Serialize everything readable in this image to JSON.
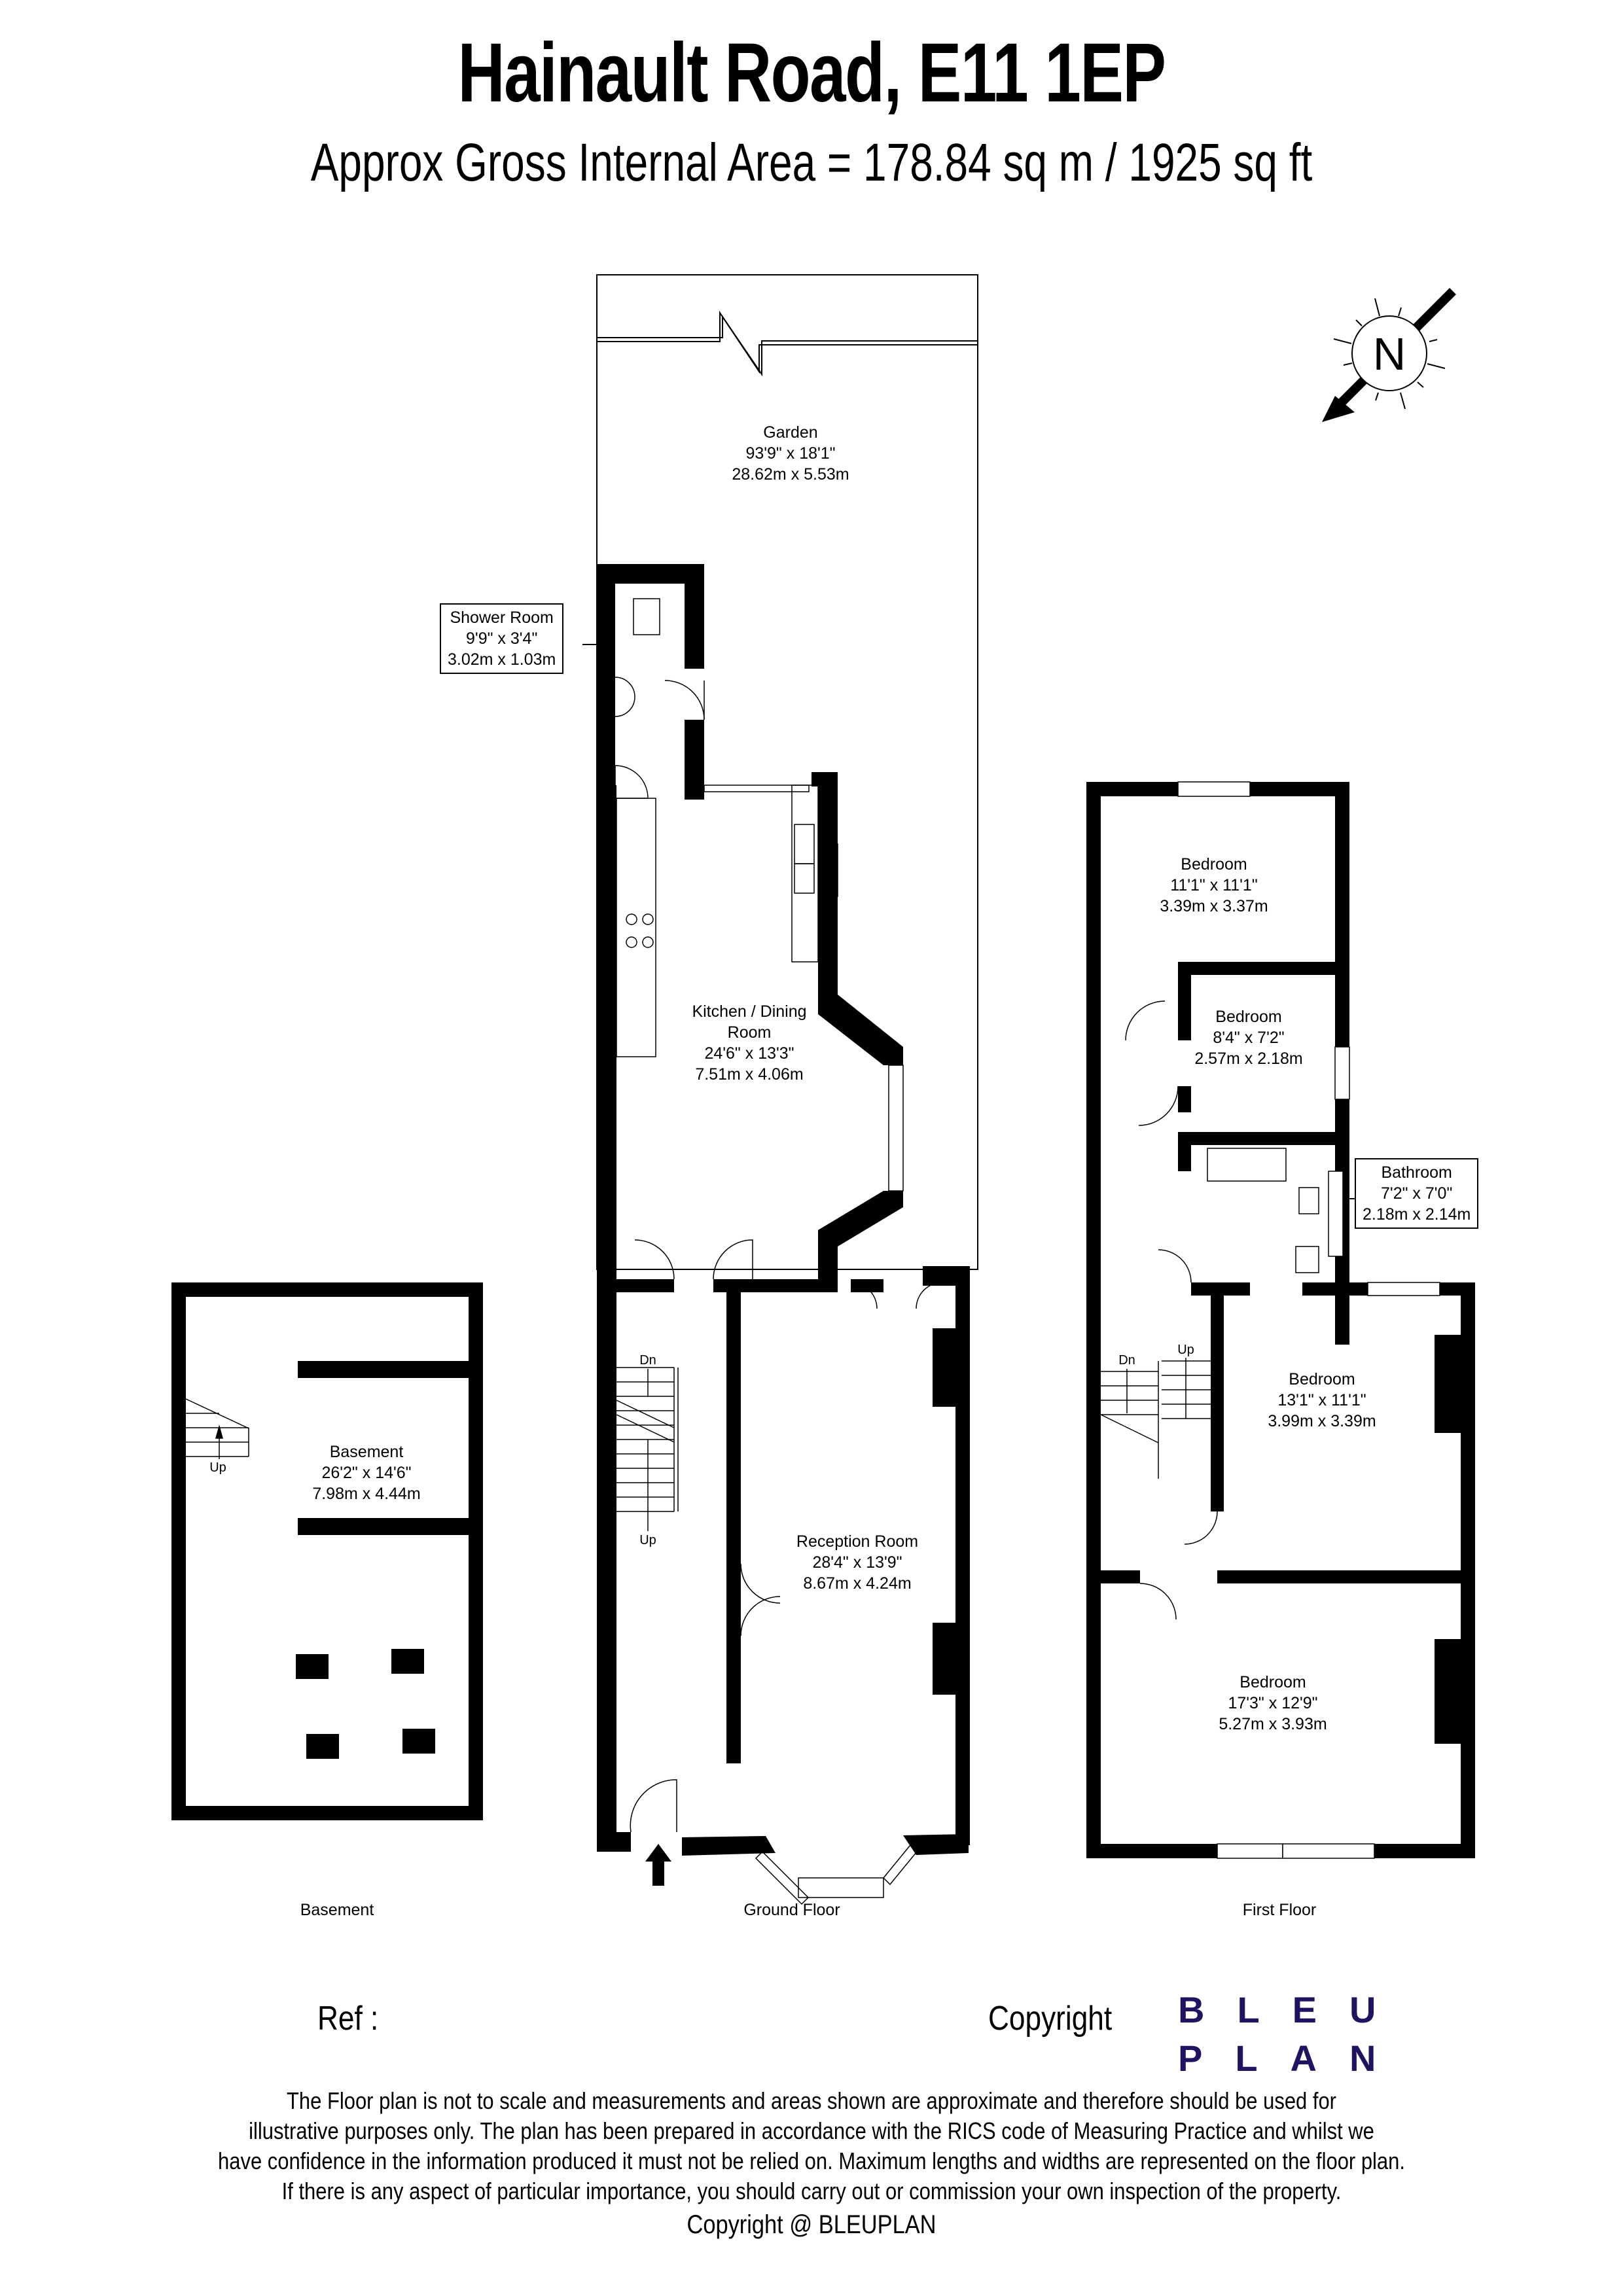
{
  "header": {
    "title": "Hainault Road, E11 1EP",
    "subtitle": "Approx Gross Internal Area = 178.84 sq m / 1925 sq ft"
  },
  "compass": {
    "label": "N",
    "icon": "north-arrow-icon"
  },
  "floors": {
    "basement": {
      "label": "Basement",
      "rooms": [
        {
          "name": "Basement",
          "imperial": "26'2\" x 14'6\"",
          "metric": "7.98m x 4.44m"
        }
      ],
      "stairs": {
        "up": "Up"
      }
    },
    "ground": {
      "label": "Ground Floor",
      "rooms": [
        {
          "name": "Garden",
          "imperial": "93'9\" x 18'1\"",
          "metric": "28.62m x 5.53m"
        },
        {
          "name": "Shower Room",
          "imperial": "9'9\" x 3'4\"",
          "metric": "3.02m x 1.03m"
        },
        {
          "name": "Kitchen / Dining",
          "name2": "Room",
          "imperial": "24'6\" x 13'3\"",
          "metric": "7.51m x 4.06m"
        },
        {
          "name": "Reception Room",
          "imperial": "28'4\" x 13'9\"",
          "metric": "8.67m x 4.24m"
        }
      ],
      "stairs": {
        "down": "Dn",
        "up": "Up"
      }
    },
    "first": {
      "label": "First Floor",
      "rooms": [
        {
          "name": "Bedroom",
          "imperial": "11'1\" x 11'1\"",
          "metric": "3.39m x 3.37m"
        },
        {
          "name": "Bedroom",
          "imperial": "8'4\" x 7'2\"",
          "metric": "2.57m x 2.18m"
        },
        {
          "name": "Bathroom",
          "imperial": "7'2\" x 7'0\"",
          "metric": "2.18m x 2.14m"
        },
        {
          "name": "Bedroom",
          "imperial": "13'1\" x 11'1\"",
          "metric": "3.99m x 3.39m"
        },
        {
          "name": "Bedroom",
          "imperial": "17'3\" x 12'9\"",
          "metric": "5.27m x 3.93m"
        }
      ],
      "stairs": {
        "down": "Dn",
        "up": "Up"
      }
    }
  },
  "footer": {
    "ref_label": "Ref  :",
    "copyright_label": "Copyright",
    "logo_line1": "BLEU",
    "logo_line2": "PLAN",
    "logo_color": "#1e1461",
    "disclaimer": [
      "The Floor plan is not to scale and measurements and areas shown are approximate and therefore should be used for",
      "illustrative purposes only. The plan has been prepared in accordance with the RICS code of Measuring Practice and whilst we",
      "have confidence in the information produced it must not be relied on. Maximum lengths and widths are represented on the floor plan.",
      "If there is any aspect of particular importance, you should carry out or commission your own inspection of the property."
    ],
    "copyright_line": "Copyright @ BLEUPLAN"
  }
}
